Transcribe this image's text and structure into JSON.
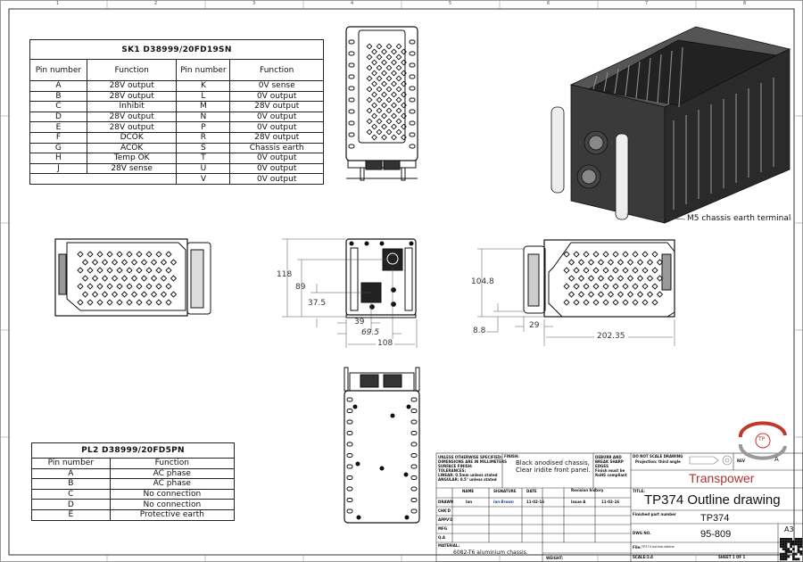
{
  "zones": {
    "top": [
      "1",
      "2",
      "3",
      "4",
      "5",
      "6",
      "7",
      "8"
    ]
  },
  "sk1_table": {
    "title": "SK1 D38999/20FD19SN",
    "headers": [
      "Pin number",
      "Function",
      "Pin number",
      "Function"
    ],
    "rows": [
      [
        "A",
        "28V output",
        "K",
        "0V sense"
      ],
      [
        "B",
        "28V output",
        "L",
        "0V output"
      ],
      [
        "C",
        "Inhibit",
        "M",
        "28V output"
      ],
      [
        "D",
        "28V output",
        "N",
        "0V output"
      ],
      [
        "E",
        "28V output",
        "P",
        "0V output"
      ],
      [
        "F",
        "DCOK",
        "R",
        "28V output"
      ],
      [
        "G",
        "ACOK",
        "S",
        "Chassis earth"
      ],
      [
        "H",
        "Temp OK",
        "T",
        "0V output"
      ],
      [
        "J",
        "28V sense",
        "U",
        "0V output"
      ],
      [
        "",
        "",
        "V",
        "0V output"
      ]
    ]
  },
  "pl2_table": {
    "title": "PL2 D38999/20FD5PN",
    "headers": [
      "Pin number",
      "Function"
    ],
    "rows": [
      [
        "A",
        "AC phase"
      ],
      [
        "B",
        "AC phase"
      ],
      [
        "C",
        "No connection"
      ],
      [
        "D",
        "No connection"
      ],
      [
        "E",
        "Protective earth"
      ]
    ]
  },
  "dimensions": {
    "front_height": "118",
    "front_conn1": "89",
    "front_conn2": "37.5",
    "front_w1": "39",
    "front_w2": "69.5",
    "front_width": "108",
    "side_height": "104.8",
    "side_offset": "8.8",
    "side_handle": "29",
    "side_length": "202.35"
  },
  "callout": "M5 chassis earth terminal",
  "title_block": {
    "general_notes": [
      "UNLESS OTHERWISE SPECIFIED:",
      "DIMENSIONS ARE IN MILLIMETERS",
      "SURFACE FINISH:",
      "TOLERANCES:",
      "LINEAR: 0.5mm unless stated",
      "ANGULAR: 0.5° unless stated"
    ],
    "finish_label": "FINISH:",
    "finish": [
      "Black anodised chassis,",
      "Clear iridite front panel."
    ],
    "deburr": [
      "DEBURR AND",
      "BREAK SHARP",
      "EDGES",
      "Finish must be",
      "RoHS compliant"
    ],
    "do_not_scale": "DO NOT SCALE DRAWING",
    "projection": "Projection: third angle",
    "rev_label": "REV",
    "rev": "A",
    "company": "Transpower",
    "logo_text": "TP",
    "col_headers": [
      "NAME",
      "SIGNATURE",
      "DATE"
    ],
    "revision_history": "Revision history",
    "row_labels": [
      "DRAWN",
      "CHK'D",
      "APPV'D",
      "MFG",
      "Q.A"
    ],
    "drawn_name": "Ian",
    "drawn_signature": "Ian Brown",
    "drawn_date": "11-02-16",
    "issue": "Issue A",
    "issue_date": "11-02-16",
    "title_label": "TITLE:",
    "title": "TP374 Outline drawing",
    "part_label": "Finished part number",
    "part": "TP374",
    "dwg_label": "DWG NO.",
    "dwg": "95-809",
    "size": "A3",
    "material_label": "MATERIAL:",
    "material": "6082-T6 aluminium chassis.",
    "weight_label": "WEIGHT:",
    "file_label": "File:",
    "file": "TP374 outline.slddrw",
    "scale_label": "SCALE:1:4",
    "sheet_label": "SHEET 1 OF 1"
  }
}
